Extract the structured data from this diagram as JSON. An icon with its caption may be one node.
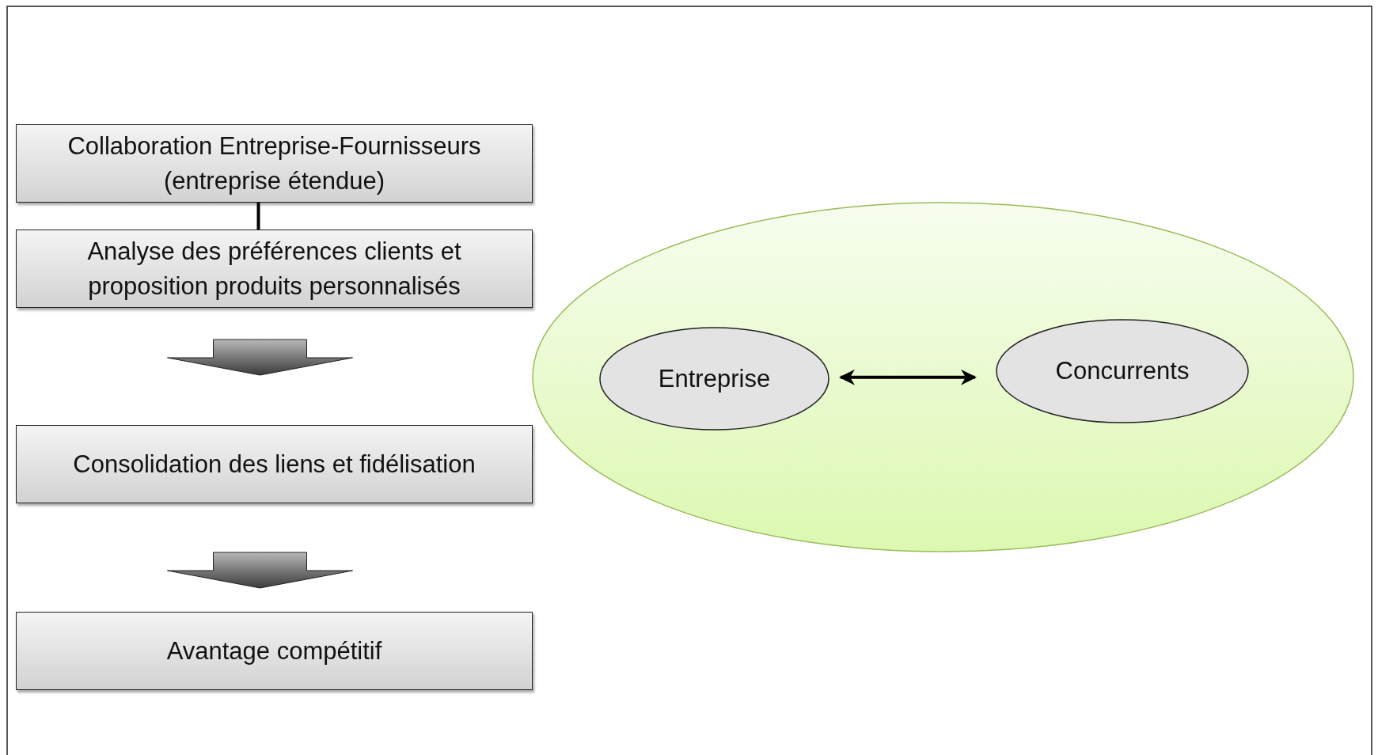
{
  "diagram": {
    "nodes": [
      {
        "text": [
          "Collaboration Entreprise-Fournisseurs (entreprise étendue)"
        ]
      },
      {
        "text": [
          "Analyse des préférences clients et proposition produits personnalisés"
        ]
      },
      {
        "text": [
          "Consolidation des liens et fidélisation"
        ]
      },
      {
        "text": [
          "Avantage compétitif"
        ]
      },
      {
        "text": [],
        "shape": "ellipse"
      },
      {
        "text": [
          "Entreprise"
        ],
        "in": 4
      },
      {
        "text": [
          "Concurrents"
        ],
        "in": 4
      }
    ],
    "edges": [
      {
        "from": 0,
        "to": 1,
        "arrow": "none"
      },
      {
        "from": 1,
        "to": 2,
        "arrow": "to"
      },
      {
        "from": 2,
        "to": 3,
        "arrow": "to"
      },
      {
        "from": 5,
        "to": 6,
        "arrow": "both"
      }
    ]
  }
}
